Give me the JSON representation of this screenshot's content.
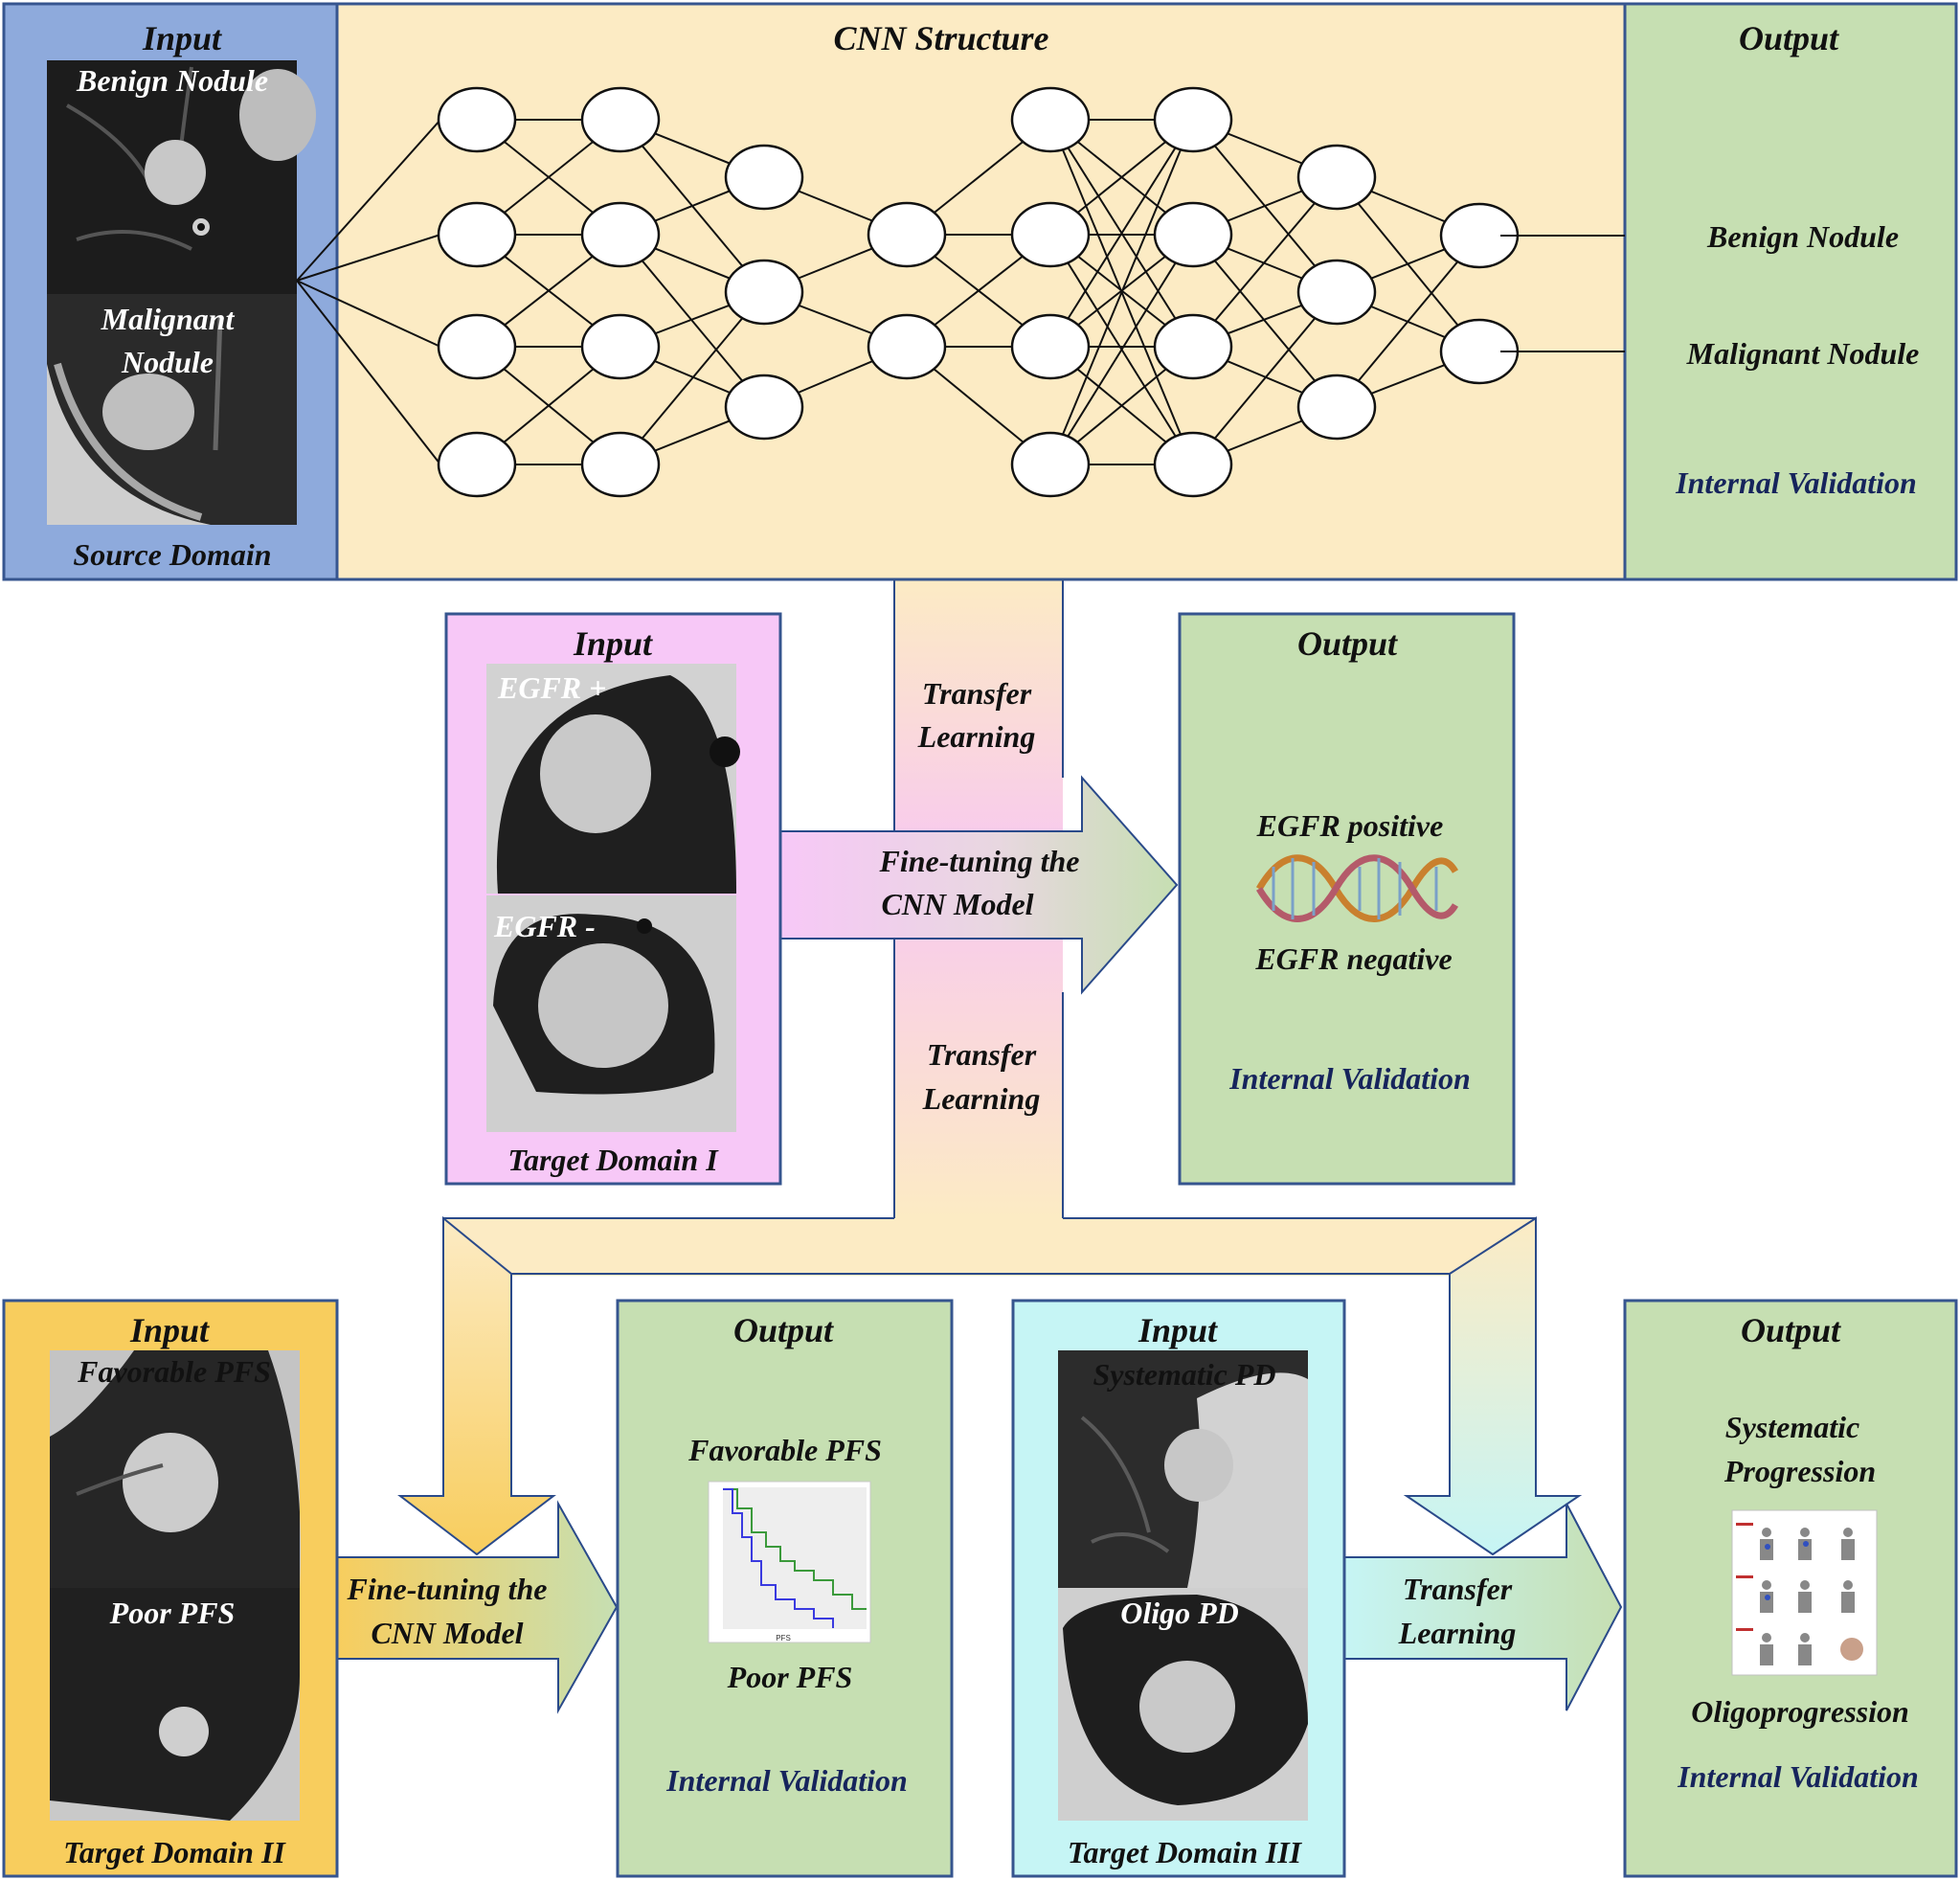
{
  "colors": {
    "source_input_bg": "#8eaadc",
    "cnn_bg": "#fcebc4",
    "output_bg": "#c6dfb2",
    "target1_input_bg": "#f7c8f7",
    "target2_input_bg": "#f8cd5d",
    "target3_input_bg": "#c6f5f5",
    "validation_text": "#16245c",
    "box_border": "#36558f"
  },
  "source": {
    "input_title": "Input",
    "benign_label": "Benign Nodule",
    "malignant_label_1": "Malignant",
    "malignant_label_2": "Nodule",
    "domain_label": "Source Domain"
  },
  "cnn": {
    "title": "CNN Structure"
  },
  "output_top": {
    "title": "Output",
    "class_1": "Benign Nodule",
    "class_2": "Malignant Nodule",
    "validation": "Internal Validation"
  },
  "transfer_labels": {
    "upper_1": "Transfer",
    "upper_2": "Learning",
    "lower_1": "Transfer",
    "lower_2": "Learning"
  },
  "target1": {
    "input_title": "Input",
    "label_pos": "EGFR +",
    "label_neg": "EGFR -",
    "domain_label": "Target Domain I",
    "arrow_1": "Fine-tuning the",
    "arrow_2": "CNN Model"
  },
  "output_mid": {
    "title": "Output",
    "class_1": "EGFR positive",
    "class_2": "EGFR negative",
    "validation": "Internal Validation"
  },
  "target2": {
    "input_title": "Input",
    "label_1": "Favorable PFS",
    "label_2": "Poor PFS",
    "domain_label": "Target Domain II",
    "arrow_1": "Fine-tuning the",
    "arrow_2": "CNN Model"
  },
  "output_pfs": {
    "title": "Output",
    "class_1": "Favorable PFS",
    "class_2": "Poor PFS",
    "validation": "Internal Validation",
    "km_xlabel": "PFS"
  },
  "target3": {
    "input_title": "Input",
    "label_1": "Systematic PD",
    "label_2": "Oligo PD",
    "domain_label": "Target Domain III",
    "arrow_1": "Transfer",
    "arrow_2": "Learning"
  },
  "output_prog": {
    "title": "Output",
    "class_1a": "Systematic",
    "class_1b": "Progression",
    "class_2": "Oligoprogression",
    "validation": "Internal Validation"
  }
}
